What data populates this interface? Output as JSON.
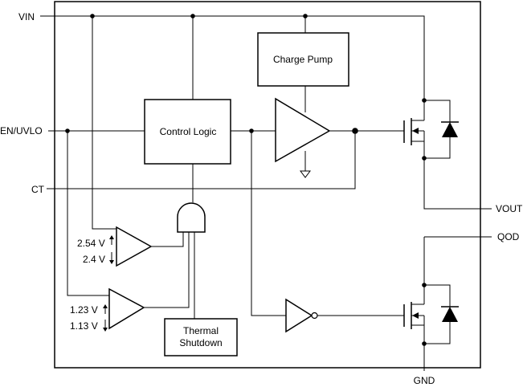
{
  "pins": {
    "vin": "VIN",
    "en_uvlo": "EN/UVLO",
    "ct": "CT",
    "vout": "VOUT",
    "qod": "QOD",
    "gnd": "GND"
  },
  "blocks": {
    "charge_pump": "Charge Pump",
    "control_logic": "Control Logic",
    "thermal_line1": "Thermal",
    "thermal_line2": "Shutdown"
  },
  "thresholds": {
    "uvlo_rise": "2.54 V",
    "uvlo_fall": "2.4 V",
    "en_rise": "1.23 V",
    "en_fall": "1.13 V"
  }
}
